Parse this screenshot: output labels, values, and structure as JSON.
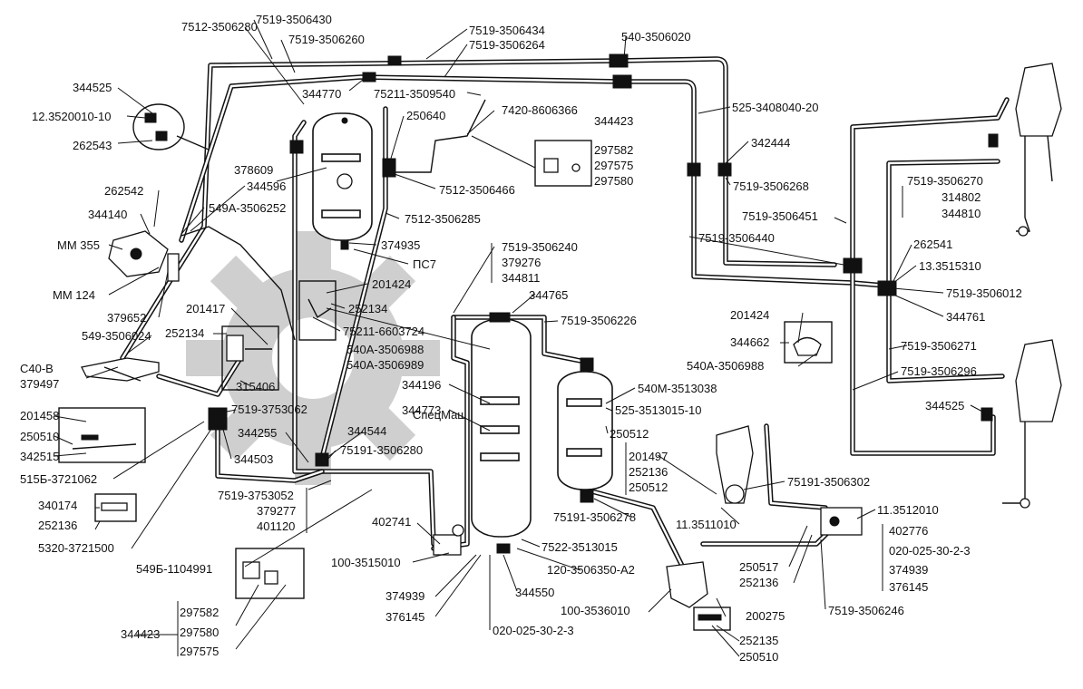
{
  "watermark": {
    "text": "СпецМаш"
  },
  "labels": {
    "l7512_3506280": "7512-3506280",
    "l7519_3506430": "7519-3506430",
    "l7519_3506260": "7519-3506260",
    "l7519_3506434": "7519-3506434",
    "l7519_3506264": "7519-3506264",
    "l540_3506020": "540-3506020",
    "l344525_a": "344525",
    "l12_3520010_10": "12.3520010-10",
    "l262543": "262543",
    "l344770": "344770",
    "l75211_3509540": "75211-3509540",
    "l7420_8606366": "7420-8606366",
    "l344423_a": "344423",
    "l525_3408040_20": "525-3408040-20",
    "l250640": "250640",
    "l297582_a": "297582",
    "l297575_a": "297575",
    "l297580_a": "297580",
    "l342444": "342444",
    "l378609": "378609",
    "l344596": "344596",
    "l7512_3506466": "7512-3506466",
    "l7519_3506268": "7519-3506268",
    "l7519_3506270": "7519-3506270",
    "l314802": "314802",
    "l344810": "344810",
    "l262542": "262542",
    "l344140": "344140",
    "l549a_3506252": "549А-3506252",
    "l7512_3506285": "7512-3506285",
    "l7519_3506451": "7519-3506451",
    "lmm355": "ММ 355",
    "l374935": "374935",
    "l7519_3506440": "7519-3506440",
    "l262541": "262541",
    "l7519_3506240": "7519-3506240",
    "l379276": "379276",
    "l344811": "344811",
    "lpc7": "ПС7",
    "l13_3515310": "13.3515310",
    "lmm124": "ММ 124",
    "l201424_a": "201424",
    "l252134_a": "252134",
    "l7519_3506012": "7519-3506012",
    "l344765": "344765",
    "l201417": "201417",
    "l379652": "379652",
    "l201424_b": "201424",
    "l344761": "344761",
    "l549_3506024": "549-3506024",
    "l252134_b": "252134",
    "l75211_6603724": "75211-6603724",
    "l7519_3506226": "7519-3506226",
    "l344662": "344662",
    "l540a_3506988_a": "540А-3506988",
    "l540a_3506989": "540А-3506989",
    "l7519_3506271": "7519-3506271",
    "lc40v": "С40-В",
    "l540a_3506988_b": "540А-3506988",
    "l379497": "379497",
    "l7519_3506296": "7519-3506296",
    "l315406": "315406",
    "l344196": "344196",
    "l540m_3513038": "540М-3513038",
    "l344773": "344773",
    "l525_3513015_10": "525-3513015-10",
    "l201458": "201458",
    "l7519_3753062": "7519-3753062",
    "l344525_b": "344525",
    "l250512_a": "250512",
    "l250510_a": "250510",
    "l344255": "344255",
    "l344544": "344544",
    "l342515": "342515",
    "l344503": "344503",
    "l75191_3506280": "75191-3506280",
    "l201497": "201497",
    "l252136_a": "252136",
    "l250512_b": "250512",
    "l515b_3721062": "515Б-3721062",
    "l75191_3506302": "75191-3506302",
    "l340174": "340174",
    "l7519_3753052": "7519-3753052",
    "l379277": "379277",
    "l401120": "401120",
    "l11_3512010": "11.3512010",
    "l252136_b": "252136",
    "l402741": "402741",
    "l75191_3506278": "75191-3506278",
    "l11_3511010": "11.3511010",
    "l5320_3721500": "5320-3721500",
    "l402776": "402776",
    "l7522_3513015": "7522-3513015",
    "l020_025_30_2_3_a": "020-025-30-2-3",
    "l549b_1104991": "549Б-1104991",
    "l100_3515010": "100-3515010",
    "l250517": "250517",
    "l374939_a": "374939",
    "l120_3506350_a2": "120-3506350-А2",
    "l252136_c": "252136",
    "l376145_a": "376145",
    "l374939_b": "374939",
    "l344550": "344550",
    "l7519_3506246": "7519-3506246",
    "l100_3536010": "100-3536010",
    "l376145_b": "376145",
    "l297582_b": "297582",
    "l200275": "200275",
    "l344423_b": "344423",
    "l297580_b": "297580",
    "l020_025_30_2_3_b": "020-025-30-2-3",
    "l252135": "252135",
    "l297575_b": "297575",
    "l250510_b": "250510"
  }
}
